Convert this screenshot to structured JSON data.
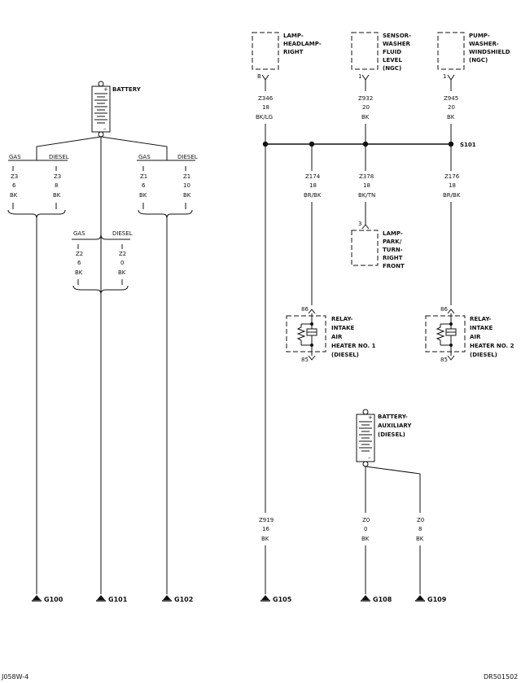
{
  "title": "Ground distribution wiring diagram",
  "components": {
    "battery": "BATTERY",
    "lamp_headlamp": [
      "LAMP-",
      "HEADLAMP-",
      "RIGHT"
    ],
    "sensor_washer": [
      "SENSOR-",
      "WASHER",
      "FLUID",
      "LEVEL",
      "(NGC)"
    ],
    "pump_washer": [
      "PUMP-",
      "WASHER-",
      "WINDSHIELD",
      "(NGC)"
    ],
    "lamp_park": [
      "LAMP-",
      "PARK/",
      "TURN-",
      "RIGHT",
      "FRONT"
    ],
    "relay_1": [
      "RELAY-",
      "INTAKE",
      "AIR",
      "HEATER NO. 1",
      "(DIESEL)"
    ],
    "relay_2": [
      "RELAY-",
      "INTAKE",
      "AIR",
      "HEATER NO. 2",
      "(DIESEL)"
    ],
    "battery_aux": [
      "BATTERY-",
      "AUXILIARY",
      "(DIESEL)"
    ]
  },
  "variants": {
    "gas": "GAS",
    "diesel": "DIESEL"
  },
  "pins": {
    "headlamp": "B",
    "sensor": "1",
    "pump": "1",
    "park": "3",
    "relay1_in": "86",
    "relay1_out": "85",
    "relay2_in": "86",
    "relay2_out": "85"
  },
  "splice": "S101",
  "wires": {
    "z3_gas": [
      "Z3",
      "6",
      "BK"
    ],
    "z3_diesel": [
      "Z3",
      "8",
      "BK"
    ],
    "z1_gas": [
      "Z1",
      "6",
      "BK"
    ],
    "z1_diesel": [
      "Z1",
      "10",
      "BK"
    ],
    "z2_gas": [
      "Z2",
      "6",
      "BK"
    ],
    "z2_diesel": [
      "Z2",
      "0",
      "BK"
    ],
    "z346": [
      "Z346",
      "18",
      "BK/LG"
    ],
    "z932": [
      "Z932",
      "20",
      "BK"
    ],
    "z945": [
      "Z945",
      "20",
      "BK"
    ],
    "z174": [
      "Z174",
      "18",
      "BR/BK"
    ],
    "z378": [
      "Z378",
      "18",
      "BK/TN"
    ],
    "z176": [
      "Z176",
      "18",
      "BR/BK"
    ],
    "z919": [
      "Z919",
      "16",
      "BK"
    ],
    "z0_a": [
      "Z0",
      "0",
      "BK"
    ],
    "z0_b": [
      "Z0",
      "8",
      "BK"
    ]
  },
  "grounds": [
    "G100",
    "G101",
    "G102",
    "G105",
    "G108",
    "G109"
  ],
  "footer": {
    "left": "J058W-4",
    "right": "DR501502"
  }
}
